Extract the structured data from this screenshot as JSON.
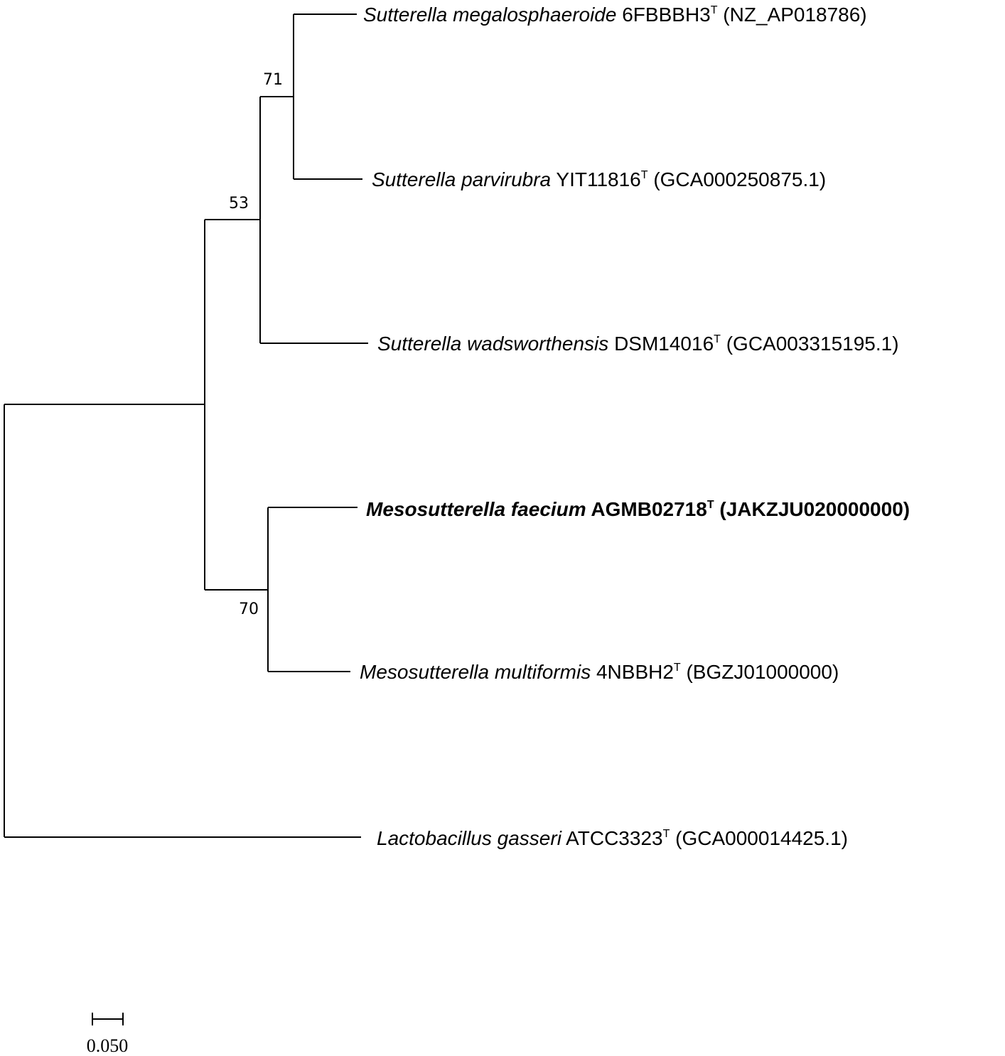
{
  "tree": {
    "scale_bar_label": "0.050",
    "leaves": [
      {
        "genus_species": "Sutterella megalosphaeroide",
        "strain": "6FBBBH3",
        "type_mark": "T",
        "accession": "(NZ_AP018786)",
        "highlight": false
      },
      {
        "genus_species": "Sutterella parvirubra",
        "strain": "YIT11816",
        "type_mark": "T",
        "accession": "(GCA000250875.1)",
        "highlight": false
      },
      {
        "genus_species": "Sutterella wadsworthensis",
        "strain": "DSM14016",
        "type_mark": "T",
        "accession": "(GCA003315195.1)",
        "highlight": false
      },
      {
        "genus_species": "Mesosutterella faecium",
        "strain": "AGMB02718",
        "type_mark": "T",
        "accession": "(JAKZJU020000000)",
        "highlight": true
      },
      {
        "genus_species": "Mesosutterella multiformis",
        "strain": "4NBBH2",
        "type_mark": "T",
        "accession": "(BGZJ01000000)",
        "highlight": false
      },
      {
        "genus_species": "Lactobacillus gasseri",
        "strain": "ATCC3323",
        "type_mark": "T",
        "accession": "(GCA000014425.1)",
        "highlight": false
      }
    ],
    "bootstrap_values": [
      "71",
      "53",
      "70"
    ]
  }
}
